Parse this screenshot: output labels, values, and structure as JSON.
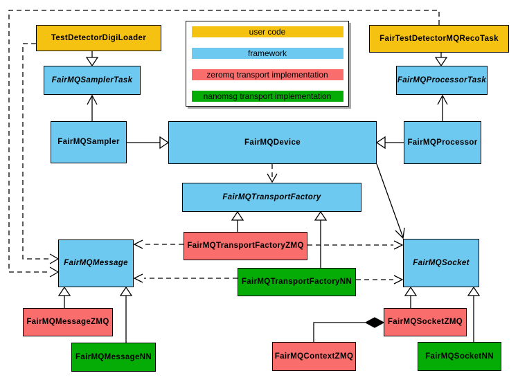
{
  "colors": {
    "user_code": "#f5c211",
    "framework": "#6ec9f0",
    "zeromq": "#f96d6d",
    "nanomsg": "#06ac06",
    "line": "#000000",
    "background": "#ffffff"
  },
  "legend": {
    "items": [
      {
        "label": "user code",
        "color": "#f5c211"
      },
      {
        "label": "framework",
        "color": "#6ec9f0"
      },
      {
        "label": "zeromq transport implementation",
        "color": "#f96d6d"
      },
      {
        "label": "nanomsg transport implementation",
        "color": "#06ac06"
      }
    ]
  },
  "classes": {
    "test_detector_digi_loader": {
      "label": "TestDetectorDigiLoader",
      "category": "user code",
      "abstract": false
    },
    "fair_test_detector_mq_reco_task": {
      "label": "FairTestDetectorMQRecoTask",
      "category": "user code",
      "abstract": false
    },
    "fairmq_sampler_task": {
      "label": "FairMQSamplerTask",
      "category": "framework",
      "abstract": true
    },
    "fairmq_processor_task": {
      "label": "FairMQProcessorTask",
      "category": "framework",
      "abstract": true
    },
    "fairmq_sampler": {
      "label": "FairMQSampler",
      "category": "framework",
      "abstract": false
    },
    "fairmq_device": {
      "label": "FairMQDevice",
      "category": "framework",
      "abstract": false
    },
    "fairmq_processor": {
      "label": "FairMQProcessor",
      "category": "framework",
      "abstract": false
    },
    "fairmq_transport_factory": {
      "label": "FairMQTransportFactory",
      "category": "framework",
      "abstract": true
    },
    "fairmq_transport_factory_zmq": {
      "label": "FairMQTransportFactoryZMQ",
      "category": "zeromq transport implementation",
      "abstract": false
    },
    "fairmq_transport_factory_nn": {
      "label": "FairMQTransportFactoryNN",
      "category": "nanomsg transport implementation",
      "abstract": false
    },
    "fairmq_message": {
      "label": "FairMQMessage",
      "category": "framework",
      "abstract": true
    },
    "fairmq_socket": {
      "label": "FairMQSocket",
      "category": "framework",
      "abstract": true
    },
    "fairmq_message_zmq": {
      "label": "FairMQMessageZMQ",
      "category": "zeromq transport implementation",
      "abstract": false
    },
    "fairmq_message_nn": {
      "label": "FairMQMessageNN",
      "category": "nanomsg transport implementation",
      "abstract": false
    },
    "fairmq_context_zmq": {
      "label": "FairMQContextZMQ",
      "category": "zeromq transport implementation",
      "abstract": false
    },
    "fairmq_socket_zmq": {
      "label": "FairMQSocketZMQ",
      "category": "zeromq transport implementation",
      "abstract": false
    },
    "fairmq_socket_nn": {
      "label": "FairMQSocketNN",
      "category": "nanomsg transport implementation",
      "abstract": false
    }
  },
  "relationships": [
    {
      "from": "test_detector_digi_loader",
      "to": "fairmq_sampler_task",
      "type": "inheritance"
    },
    {
      "from": "fairmq_sampler",
      "to": "fairmq_sampler_task",
      "type": "association"
    },
    {
      "from": "fair_test_detector_mq_reco_task",
      "to": "fairmq_processor_task",
      "type": "inheritance"
    },
    {
      "from": "fairmq_processor",
      "to": "fairmq_processor_task",
      "type": "association"
    },
    {
      "from": "fairmq_sampler",
      "to": "fairmq_device",
      "type": "inheritance"
    },
    {
      "from": "fairmq_processor",
      "to": "fairmq_device",
      "type": "inheritance"
    },
    {
      "from": "fairmq_device",
      "to": "fairmq_transport_factory",
      "type": "dependency"
    },
    {
      "from": "fairmq_device",
      "to": "fairmq_socket",
      "type": "association"
    },
    {
      "from": "fairmq_transport_factory_zmq",
      "to": "fairmq_transport_factory",
      "type": "inheritance"
    },
    {
      "from": "fairmq_transport_factory_nn",
      "to": "fairmq_transport_factory",
      "type": "inheritance"
    },
    {
      "from": "fairmq_transport_factory_zmq",
      "to": "fairmq_message",
      "type": "dependency"
    },
    {
      "from": "fairmq_transport_factory_zmq",
      "to": "fairmq_socket",
      "type": "dependency"
    },
    {
      "from": "fairmq_transport_factory_nn",
      "to": "fairmq_message",
      "type": "dependency"
    },
    {
      "from": "fairmq_transport_factory_nn",
      "to": "fairmq_socket",
      "type": "dependency"
    },
    {
      "from": "test_detector_digi_loader",
      "to": "fairmq_message",
      "type": "dependency"
    },
    {
      "from": "fair_test_detector_mq_reco_task",
      "to": "fairmq_message",
      "type": "dependency"
    },
    {
      "from": "fairmq_message_zmq",
      "to": "fairmq_message",
      "type": "inheritance"
    },
    {
      "from": "fairmq_message_nn",
      "to": "fairmq_message",
      "type": "inheritance"
    },
    {
      "from": "fairmq_socket_zmq",
      "to": "fairmq_socket",
      "type": "inheritance"
    },
    {
      "from": "fairmq_socket_nn",
      "to": "fairmq_socket",
      "type": "inheritance"
    },
    {
      "from": "fairmq_context_zmq",
      "to": "fairmq_socket_zmq",
      "type": "composition"
    }
  ]
}
